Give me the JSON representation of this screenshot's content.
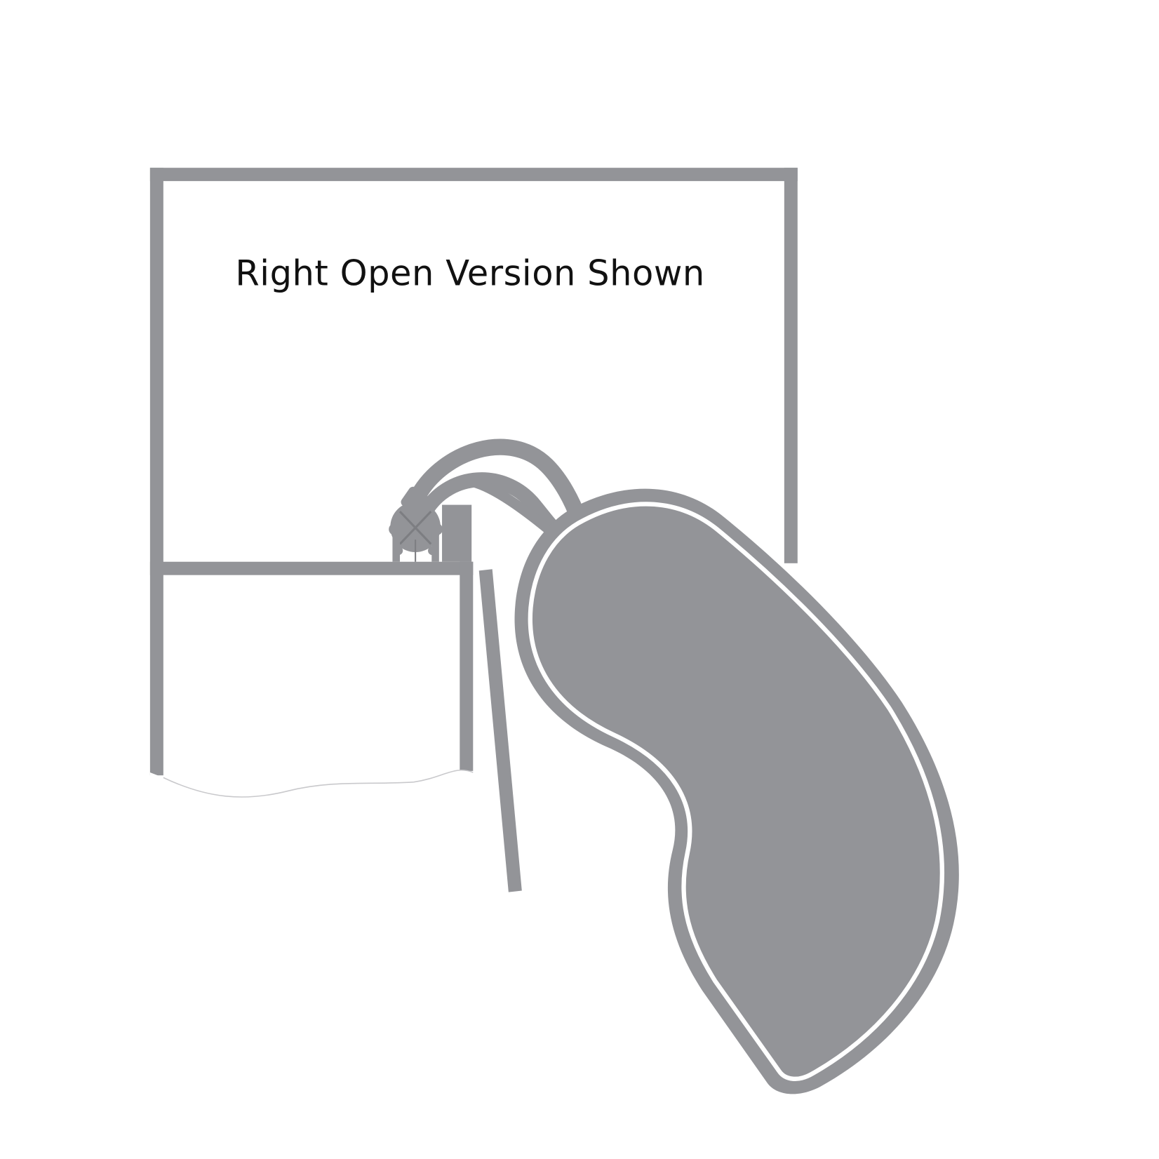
{
  "diagram": {
    "caption": "Right Open Version Shown",
    "colors": {
      "background": "#ffffff",
      "structure": "#939498",
      "shelf_fill": "#939498",
      "text": "#111111"
    },
    "components": [
      "cabinet-frame",
      "interior-partition",
      "hinge-mechanism",
      "swing-arm",
      "door-panel",
      "kidney-shelf"
    ]
  }
}
